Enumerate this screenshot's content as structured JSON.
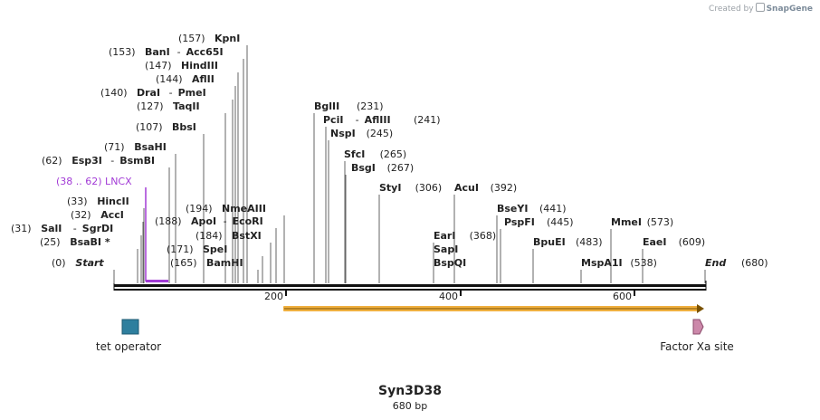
{
  "credit": {
    "prefix": "Created by",
    "brand": "SnapGene"
  },
  "plasmid": {
    "name": "Syn3D38",
    "length_label": "680 bp"
  },
  "sites": [
    {
      "pos": "(157)",
      "name": "KpnI",
      "pos2": "",
      "name2": ""
    },
    {
      "pos": "(153)",
      "name": "BanI",
      "pos2": "",
      "name2": "Acc65I"
    },
    {
      "pos": "(147)",
      "name": "HindIII",
      "pos2": "",
      "name2": ""
    },
    {
      "pos": "(144)",
      "name": "AflII",
      "pos2": "",
      "name2": ""
    },
    {
      "pos": "(140)",
      "name": "DraI",
      "pos2": "",
      "name2": "PmeI"
    },
    {
      "pos": "(127)",
      "name": "TaqII",
      "pos2": "",
      "name2": ""
    },
    {
      "pos": "(107)",
      "name": "BbsI",
      "pos2": "",
      "name2": ""
    },
    {
      "pos": "(71)",
      "name": "BsaHI",
      "pos2": "",
      "name2": ""
    },
    {
      "pos": "(62)",
      "name": "Esp3I",
      "pos2": "",
      "name2": "BsmBI"
    },
    {
      "pos": "(33)",
      "name": "HincII",
      "pos2": "",
      "name2": ""
    },
    {
      "pos": "(32)",
      "name": "AccI",
      "pos2": "",
      "name2": ""
    },
    {
      "pos": "(31)",
      "name": "SalI",
      "pos2": "",
      "name2": "SgrDI"
    },
    {
      "pos": "(25)",
      "name": "BsaBI *",
      "pos2": "",
      "name2": ""
    },
    {
      "pos": "(0)",
      "name": "Start",
      "pos2": "",
      "name2": ""
    },
    {
      "pos": "(165)",
      "name": "",
      "pos2": "",
      "name2": ""
    },
    {
      "pos": "(194)",
      "name": "NmeAIII",
      "pos2": "",
      "name2": ""
    },
    {
      "pos": "(188)",
      "name": "ApoI",
      "pos2": "",
      "name2": "EcoRI"
    },
    {
      "pos": "(184)",
      "name": "BstXI",
      "pos2": "",
      "name2": ""
    },
    {
      "pos": "(171)",
      "name": "SpeI",
      "pos2": "",
      "name2": ""
    },
    {
      "pos": "",
      "name": "BamHI",
      "pos2": "",
      "name2": ""
    },
    {
      "pos": "(231)",
      "name": "BglII",
      "pos2": "",
      "name2": ""
    },
    {
      "pos": "(241)",
      "name": "PciI",
      "pos2": "",
      "name2": "AflIII"
    },
    {
      "pos": "(245)",
      "name": "NspI",
      "pos2": "",
      "name2": ""
    },
    {
      "pos": "(265)",
      "name": "SfcI",
      "pos2": "",
      "name2": ""
    },
    {
      "pos": "(267)",
      "name": "BsgI",
      "pos2": "",
      "name2": ""
    },
    {
      "pos": "(306)",
      "name": "StyI",
      "pos2": "",
      "name2": ""
    },
    {
      "pos": "(392)",
      "name": "AcuI",
      "pos2": "",
      "name2": ""
    },
    {
      "pos": "(368)",
      "name": "EarI",
      "pos2": "",
      "name2": ""
    },
    {
      "pos": "",
      "name": "SapI",
      "pos2": "",
      "name2": ""
    },
    {
      "pos": "",
      "name": "BspQI",
      "pos2": "",
      "name2": ""
    },
    {
      "pos": "(441)",
      "name": "BseYI",
      "pos2": "",
      "name2": ""
    },
    {
      "pos": "(445)",
      "name": "PspFI",
      "pos2": "",
      "name2": ""
    },
    {
      "pos": "(483)",
      "name": "BpuEI",
      "pos2": "",
      "name2": ""
    },
    {
      "pos": "(573)",
      "name": "MmeI",
      "pos2": "",
      "name2": ""
    },
    {
      "pos": "(609)",
      "name": "EaeI",
      "pos2": "",
      "name2": ""
    },
    {
      "pos": "(538)",
      "name": "MspA1I",
      "pos2": "",
      "name2": ""
    },
    {
      "pos": "(680)",
      "name": "End",
      "pos2": "",
      "name2": ""
    }
  ],
  "primer": {
    "label": "(38 .. 62)  LNCX",
    "color": "#a23bd6"
  },
  "ticks": [
    "200",
    "400",
    "600"
  ],
  "features": [
    {
      "name": "tet operator",
      "color": "#2e7f9e"
    },
    {
      "name": "Factor Xa site",
      "color": "#cc88aa"
    }
  ],
  "orf_color": "#f0b040"
}
